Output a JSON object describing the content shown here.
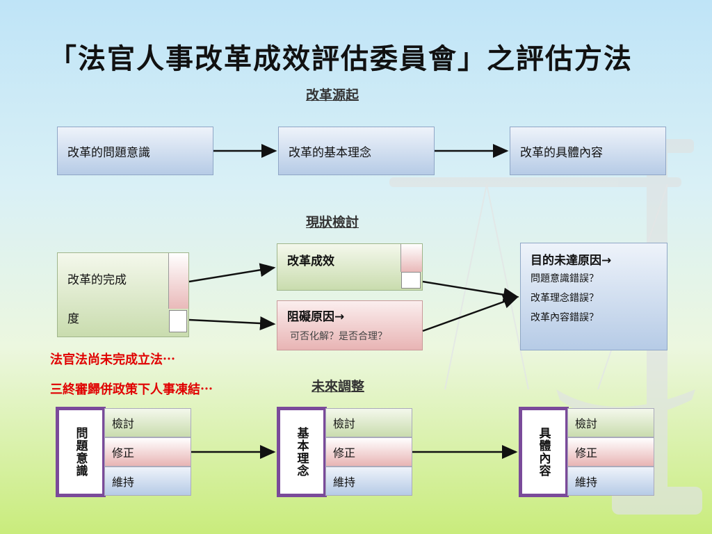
{
  "title": "「法官人事改革成效評估委員會」之評估方法",
  "sections": {
    "origin": "改革源起",
    "review": "現狀檢討",
    "future": "未來調整"
  },
  "origin_boxes": [
    "改革的問題意識",
    "改革的基本理念",
    "改革的具體內容"
  ],
  "review": {
    "completion_line1": "改革的完成",
    "completion_line2": "度",
    "effect": "改革成效",
    "obstacle_title": "阻礙原因→",
    "obstacle_detail": "可否化解？是否合理？",
    "goal_title": "目的未達原因→",
    "goal_items": [
      "問題意識錯誤？",
      "改革理念錯誤？",
      "改革內容錯誤？"
    ]
  },
  "notes": [
    "法官法尚未完成立法⋯",
    "三終審歸併政策下人事凍結⋯"
  ],
  "future": {
    "groups": [
      {
        "label": "問題意識",
        "actions": [
          "檢討",
          "修正",
          "維持"
        ]
      },
      {
        "label": "基本理念",
        "actions": [
          "檢討",
          "修正",
          "維持"
        ]
      },
      {
        "label": "具體內容",
        "actions": [
          "檢討",
          "修正",
          "維持"
        ]
      }
    ]
  },
  "colors": {
    "accent_purple": "#7a4a9a",
    "note_red": "#e00000"
  }
}
